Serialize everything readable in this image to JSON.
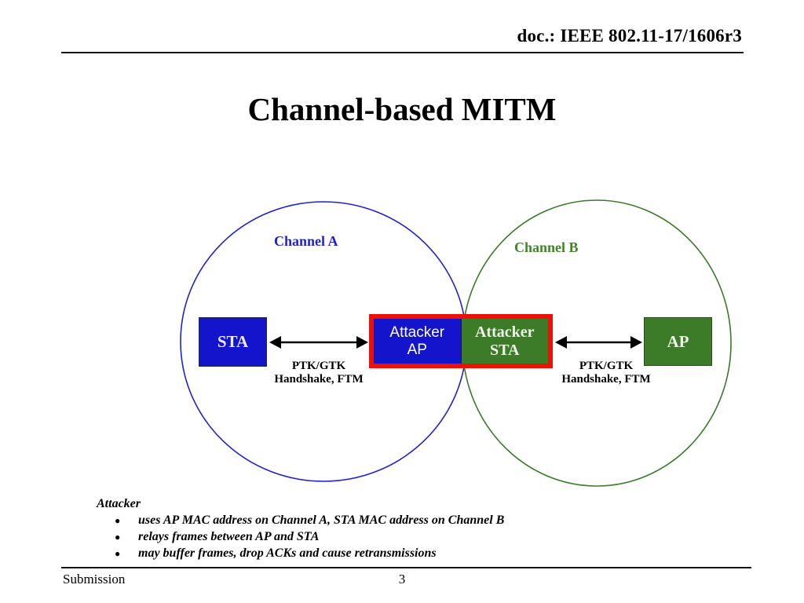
{
  "header": {
    "doc_id": "doc.: IEEE 802.11-17/1606r3"
  },
  "title": "Channel-based MITM",
  "diagram": {
    "channel_a_label": "Channel A",
    "channel_b_label": "Channel B",
    "nodes": {
      "sta": "STA",
      "attacker_ap_line1": "Attacker",
      "attacker_ap_line2": "AP",
      "attacker_sta_line1": "Attacker",
      "attacker_sta_line2": "STA",
      "ap": "AP"
    },
    "link_labels": {
      "left_line1": "PTK/GTK",
      "left_line2": "Handshake, FTM",
      "right_line1": "PTK/GTK",
      "right_line2": "Handshake, FTM"
    }
  },
  "notes": {
    "heading": "Attacker",
    "bullet_glyph": "●",
    "bullets": [
      "uses AP MAC address on Channel A, STA MAC address on Channel B",
      "relays frames between AP and STA",
      "may buffer frames, drop ACKs and cause retransmissions"
    ]
  },
  "footer": {
    "left": "Submission",
    "page": "3"
  },
  "colors": {
    "blue-box": "#1414cc",
    "blue-circle": "#2222cc",
    "green-box": "#3c7b28",
    "green-circle": "#3a7a28",
    "green-label": "#3e8628",
    "red-outline": "#ea1109",
    "arrow-black": "#000000"
  }
}
